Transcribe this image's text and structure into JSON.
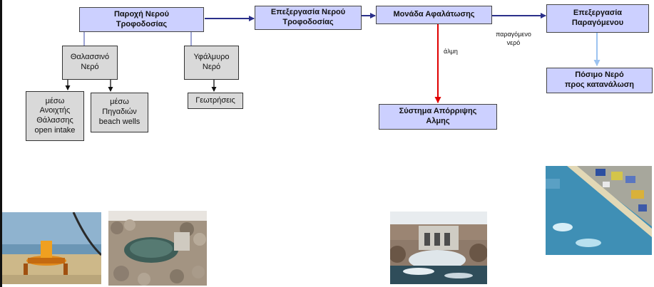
{
  "nodes": {
    "supply": "Παροχή Νερού\nΤροφοδοσίας",
    "processing": "Επεξεργασία Νερού\nΤροφοδοσίας",
    "desal": "Μονάδα Αφαλάτωσης",
    "product_processing": "Επεξεργασία\nΠαραγόμενου",
    "potable": "Πόσιμο Νερό\nπρος κατανάλωση",
    "brine_system": "Σύστημα Απόρριψης\nΑλμης",
    "seawater": "Θαλασσινό\nΝερό",
    "brackish": "Υφάλμυρο\nΝερό",
    "open_intake": "μέσω\nΑνοιχτής\nΘάλασσης\nopen intake",
    "beach_wells": "μέσω\nΠηγαδιών\nbeach wells",
    "boreholes": "Γεωτρήσεις"
  },
  "edge_labels": {
    "brine": "άλμη",
    "product_water": "παραγόμενο\nνερό"
  },
  "colors": {
    "main_box": "#ccd0ff",
    "secondary_box": "#d9d9d9",
    "flow_arrow": "#2a2f8a",
    "brine_arrow": "#e00000",
    "potable_arrow": "#9cc3f0"
  },
  "photos": [
    "intake-structure-photo",
    "beach-well-photo",
    "brine-outfall-photo",
    "desalination-plant-aerial-photo"
  ]
}
